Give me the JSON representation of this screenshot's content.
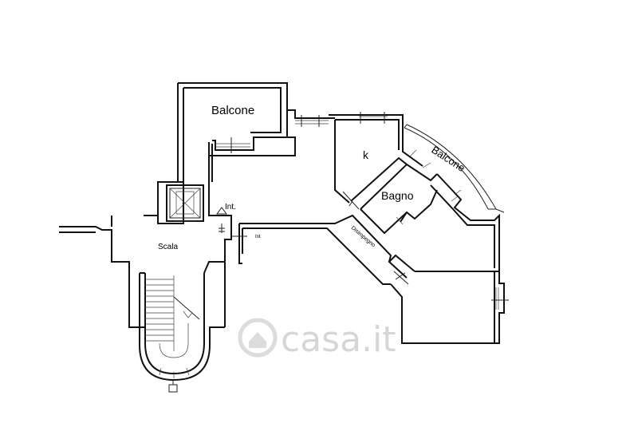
{
  "floorplan": {
    "rooms": {
      "balcone_top": "Balcone",
      "kitchen": "k",
      "balcone_curved": "Balcone",
      "bathroom": "Bagno",
      "hallway": "Disimpegno",
      "stairs": "Scala",
      "intercom_upper": "Int.",
      "intercom_lower": "Int"
    },
    "watermark": "casa.it"
  }
}
